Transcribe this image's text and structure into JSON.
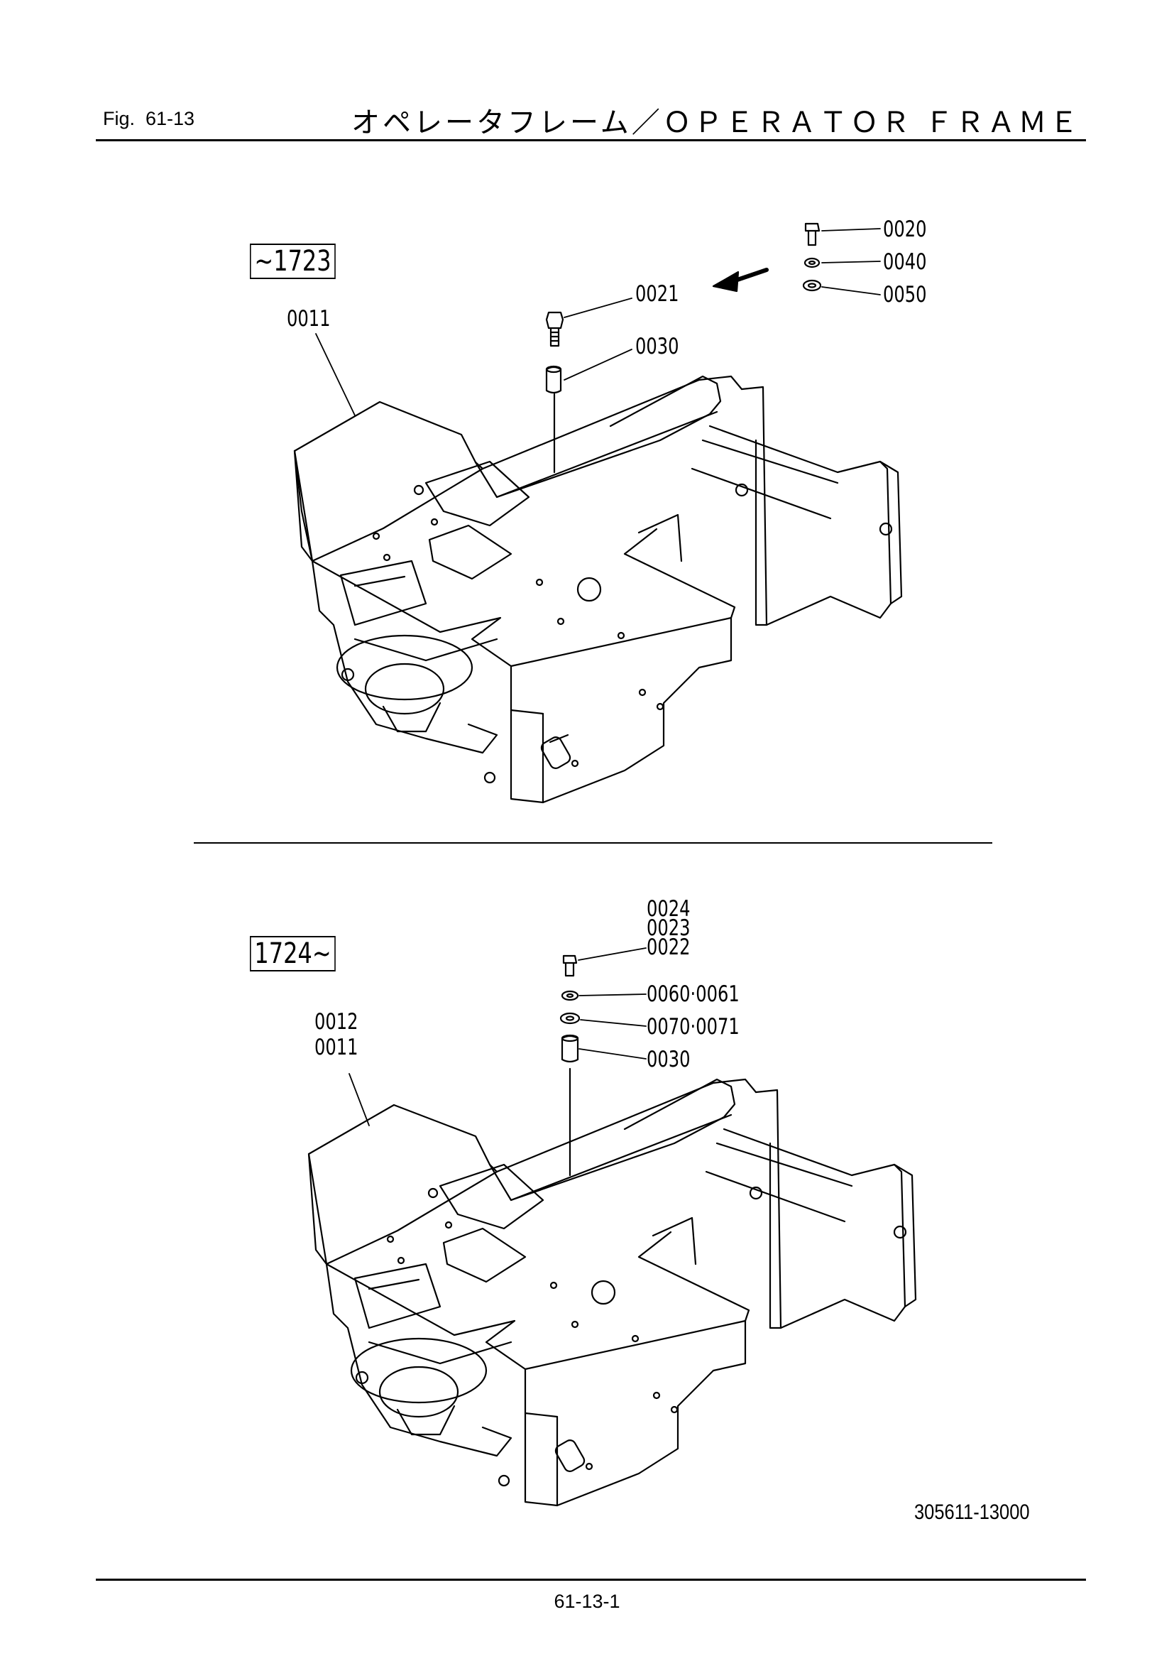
{
  "header": {
    "fig_label": "Fig.  61-13",
    "title": "オペレータフレーム／ＯＰＥＲＡＴＯＲ ＦＲＡＭＥ"
  },
  "upper_view": {
    "serial_range": "~1723",
    "callouts": {
      "p0011": "0011",
      "p0021": "0021",
      "p0030": "0030",
      "p0020": "0020",
      "p0040": "0040",
      "p0050": "0050"
    }
  },
  "lower_view": {
    "serial_range": "1724~",
    "callouts": {
      "p0024": "0024",
      "p0023": "0023",
      "p0022": "0022",
      "p0060": "0060·0061",
      "p0070": "0070·0071",
      "p0030": "0030",
      "p0012": "0012",
      "p0011": "0011"
    }
  },
  "footer": {
    "drawing_number": "305611-13000",
    "page_number": "61-13-1"
  }
}
